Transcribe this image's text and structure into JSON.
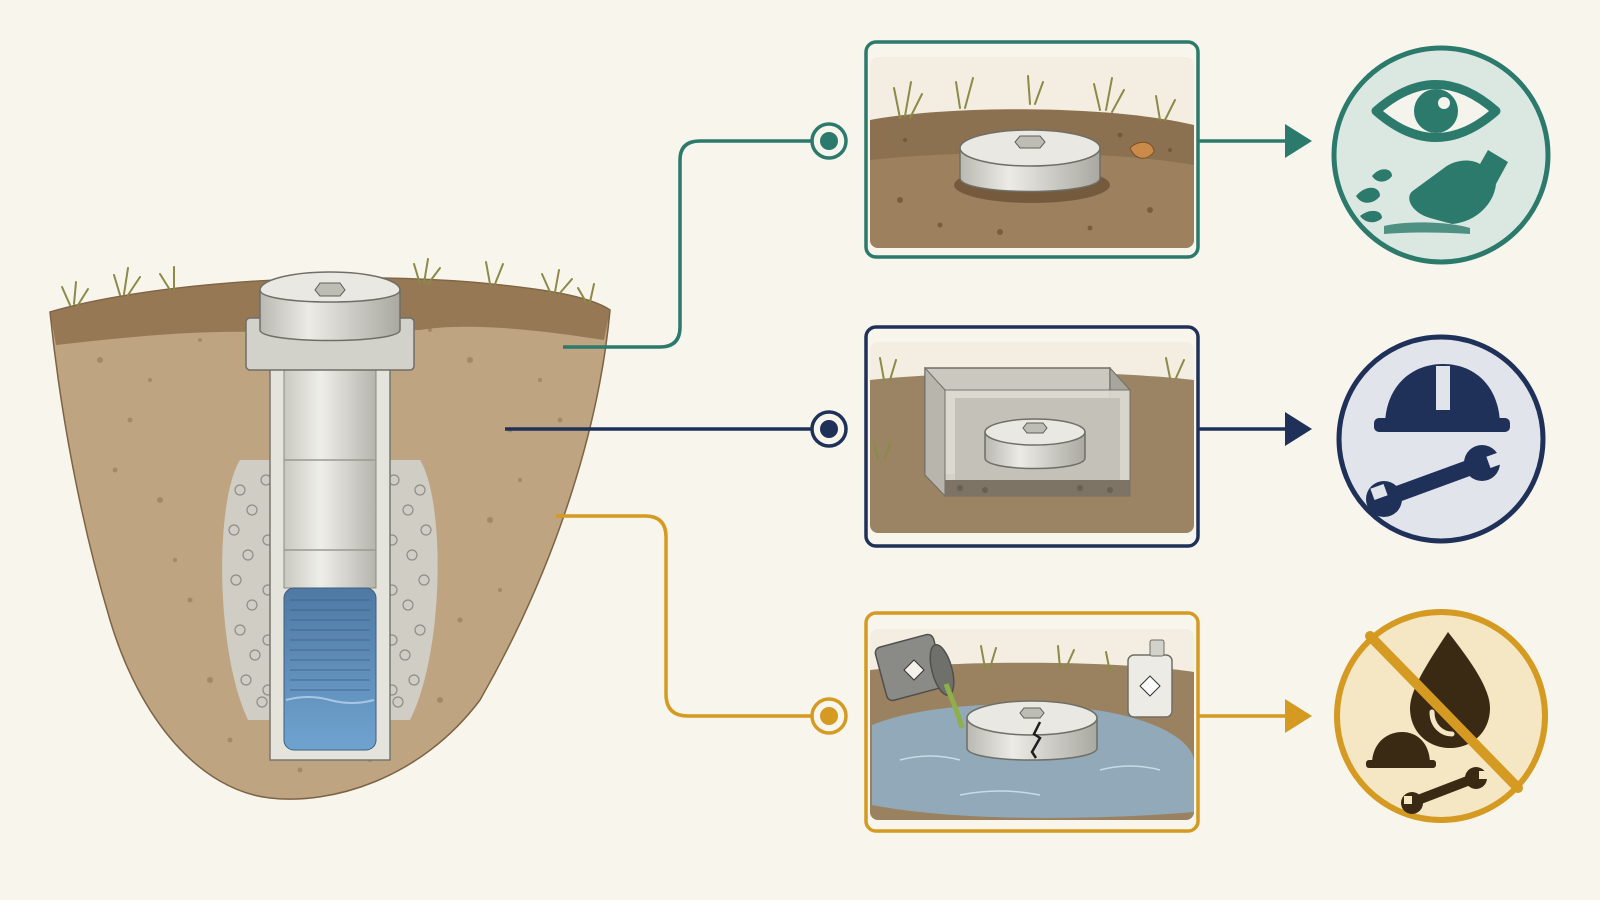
{
  "diagram": {
    "title": "",
    "colors": {
      "background": "#f8f5ec",
      "teal": "#2b7a6c",
      "navy": "#1f3158",
      "gold": "#d59a22",
      "soil": "#b79c78",
      "soil_dark": "#6e5436",
      "grass": "#8b8a46",
      "concrete": "#d9d8d1",
      "water": "#5b8fc1"
    },
    "main_illustration": "well-cross-section",
    "branches": [
      {
        "id": "top",
        "color": "teal",
        "scene": "well-cap-in-soil-with-grass-and-leaves",
        "outcome_icons": [
          "eye-icon",
          "hand-clearing-leaves-icon"
        ]
      },
      {
        "id": "middle",
        "color": "navy",
        "scene": "well-cap-in-concrete-pit",
        "outcome_icons": [
          "hard-hat-icon",
          "wrench-icon"
        ]
      },
      {
        "id": "bottom",
        "color": "gold",
        "scene": "cracked-well-cap-with-spills-and-pooled-water",
        "outcome_icons": [
          "no-drop-icon",
          "hard-hat-icon",
          "wrench-icon"
        ]
      }
    ]
  }
}
